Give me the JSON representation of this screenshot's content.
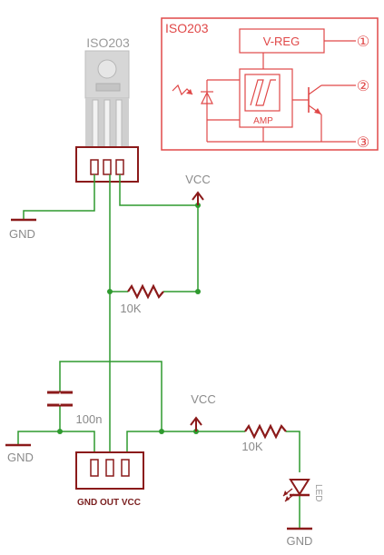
{
  "colors": {
    "wire": "#2e9a2e",
    "component": "#8b1a1a",
    "block_diagram": "#e04848",
    "label": "#8a8a8a",
    "sensor_body": "#c8c8c8"
  },
  "sensor": {
    "part_label": "ISO203",
    "pins_label": "",
    "icon": "ir-receiver-icon"
  },
  "block_diagram": {
    "title": "ISO203",
    "vreg_label": "V-REG",
    "amp_label": "AMP",
    "pin1_label": "①",
    "pin2_label": "②",
    "pin3_label": "③",
    "light_icon": "light-wave-icon"
  },
  "schematic": {
    "gnd_top_label": "GND",
    "vcc_top_label": "VCC",
    "pullup_resistor_label": "10K",
    "capacitor_label": "100n",
    "gnd_left_label": "GND",
    "vcc_bottom_label": "VCC",
    "led_resistor_label": "10K",
    "led_label": "LED",
    "gnd_bottom_label": "GND",
    "connector_label": "GND OUT VCC"
  }
}
